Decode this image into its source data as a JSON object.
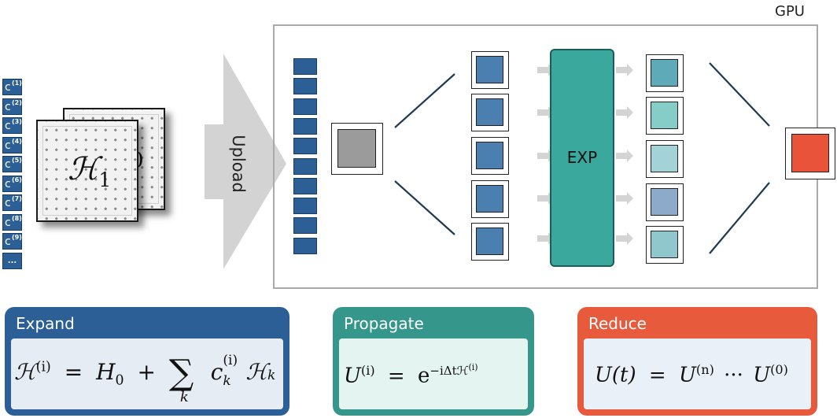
{
  "gpu": {
    "label": "GPU"
  },
  "upload": {
    "label": "Upload"
  },
  "coefficients": {
    "symbol": "c",
    "indices": [
      "(1)",
      "(2)",
      "(3)",
      "(4)",
      "(5)",
      "(6)",
      "(7)",
      "(8)",
      "(9)"
    ],
    "ellipsis": "..."
  },
  "hamiltonians": {
    "front": {
      "symbol": "ℋ",
      "subscript": "1"
    },
    "back": {
      "subscript_visible": "0"
    }
  },
  "exp": {
    "label": "EXP"
  },
  "panels": {
    "expand": {
      "title": "Expand",
      "color": "#2b5f95",
      "body_color": "#e6ecf4"
    },
    "propagate": {
      "title": "Propagate",
      "color": "#35968b",
      "body_color": "#e4f4f1"
    },
    "reduce": {
      "title": "Reduce",
      "color": "#e85a3c",
      "body_color": "#eaf0f7"
    }
  },
  "formulas": {
    "expand": {
      "lhs_symbol": "ℋ",
      "lhs_sup": "(i)",
      "equals": "=",
      "h0": "H",
      "h0_sub": "0",
      "plus": "+",
      "sum": "∑",
      "sum_index": "k",
      "c": "c",
      "c_sup": "(i)",
      "c_sub": "k",
      "hk": "ℋ",
      "hk_sub": "k"
    },
    "propagate": {
      "lhs": "U",
      "lhs_sup": "(i)",
      "equals": "=",
      "base": "e",
      "exponent": "−iΔtℋ",
      "exponent_sup": "(i)"
    },
    "reduce": {
      "lhs": "U(t)",
      "equals": "=",
      "u1": "U",
      "u1_sup": "(n)",
      "dots": "···",
      "u2": "U",
      "u2_sup": "(0)"
    }
  },
  "colors": {
    "blue": "#2b5f95",
    "blue_light": "#4a7fb0",
    "gray_square": "#9b9b9b",
    "teal": "#3aa89c",
    "red": "#e8533a",
    "output_tints": [
      "#5faab8",
      "#86cdc7",
      "#a3d2d7",
      "#8eaacb",
      "#8fc7cc"
    ]
  }
}
